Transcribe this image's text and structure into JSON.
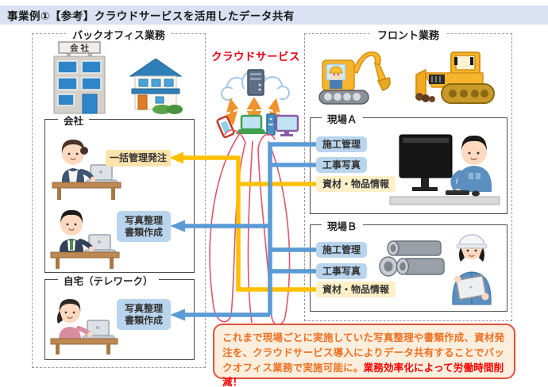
{
  "title": "事業例①【参考】クラウドサービスを活用したデータ共有",
  "back_office": {
    "label": "バックオフィス業務",
    "building_sign": "会 社",
    "company_box": {
      "label": "会社",
      "batch_order_tag": "一括管理発注",
      "photo_tag": {
        "line1": "写真整理",
        "line2": "書類作成"
      }
    },
    "home_box": {
      "label": "自宅（テレワーク）",
      "photo_tag": {
        "line1": "写真整理",
        "line2": "書類作成"
      }
    }
  },
  "cloud": {
    "label": "クラウドサービス"
  },
  "front": {
    "label": "フロント業務",
    "site_a": {
      "label": "現場Ａ",
      "tags": [
        "施工管理",
        "工事写真",
        "資材・物品情報"
      ]
    },
    "site_b": {
      "label": "現場Ｂ",
      "tags": [
        "施工管理",
        "工事写真",
        "資材・物品情報"
      ]
    }
  },
  "note": {
    "main": "これまで現場ごとに実施していた写真整理や書類作成、資材発注を、クラウドサービス導入によりデータ共有することでバックオフィス業務で実施可能に。",
    "highlight": "業務効率化によって労働時間削減！"
  },
  "colors": {
    "header_bg": "#d9e1f2",
    "yellow_line": "#ffc000",
    "blue_line": "#5b9bd5",
    "red_loop": "#e0556a",
    "cloud_text_red": "#e60012",
    "tag_blue": "#b9d5ee",
    "tag_yellow": "#fff0c8",
    "note_orange": "#ed7224",
    "note_red": "#ff0000"
  }
}
